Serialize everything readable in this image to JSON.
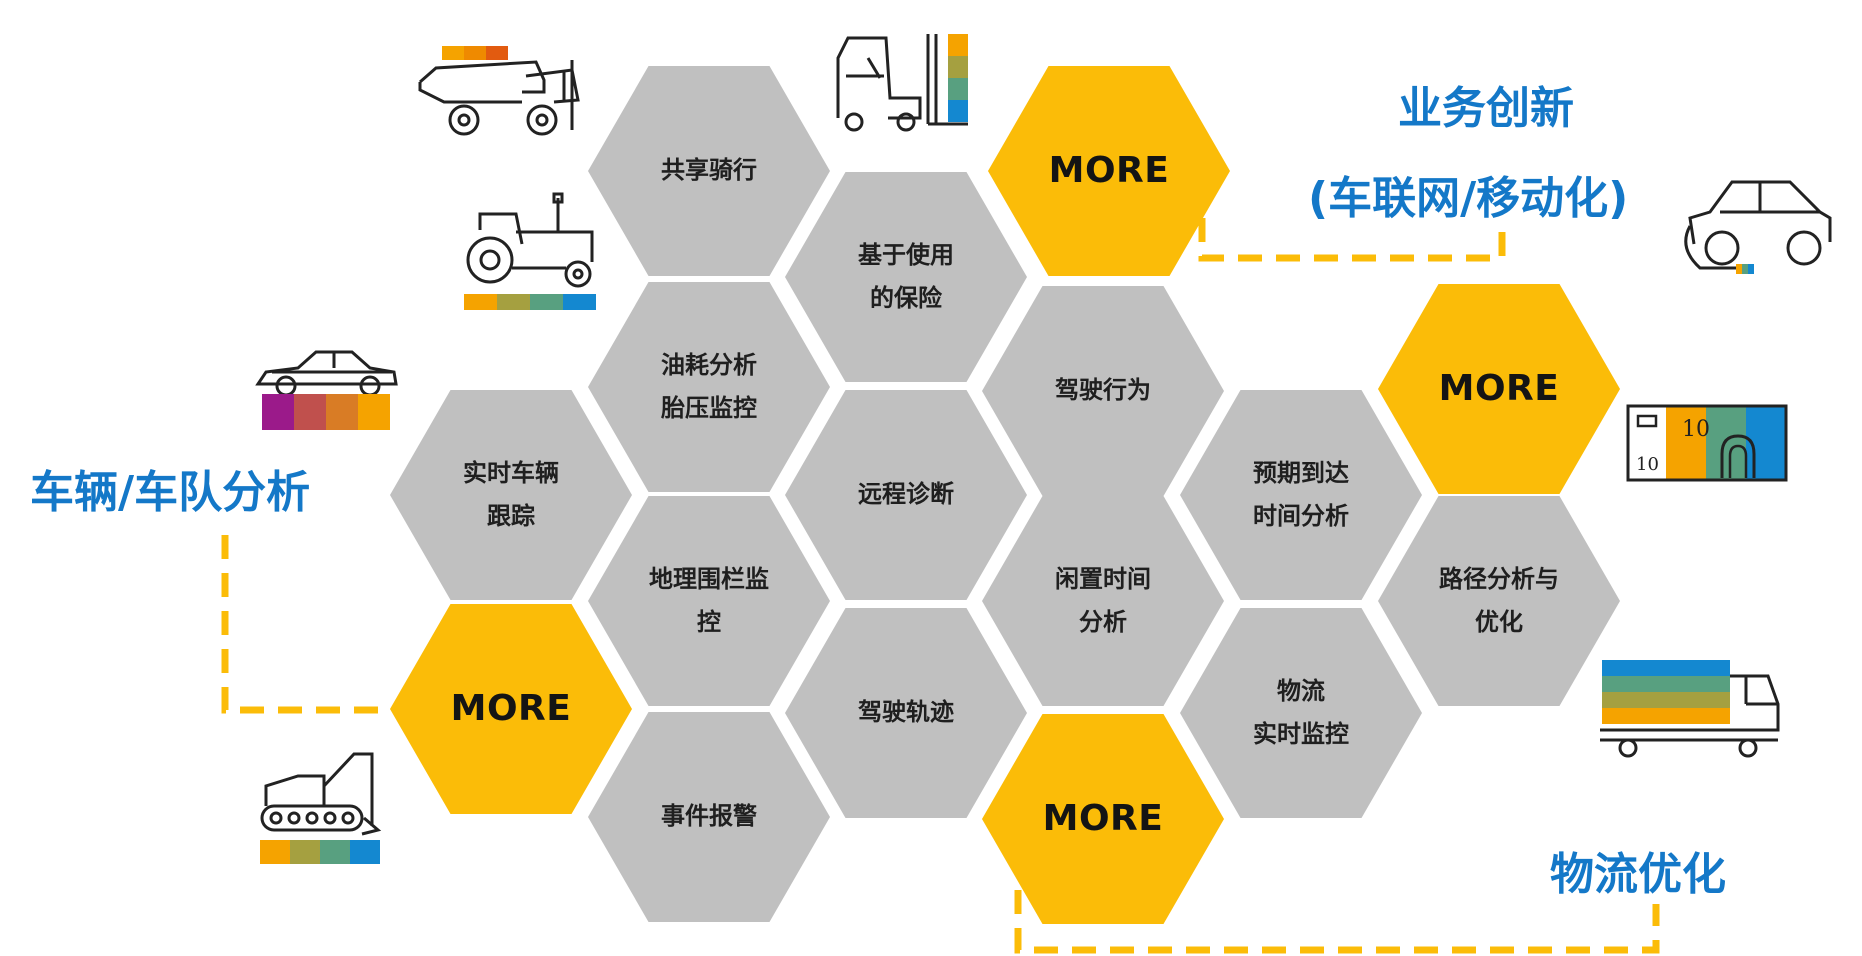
{
  "hexagons": {
    "gongxiang": "共享骑行",
    "baoxian": "基于使用\n的保险",
    "more_top": "MORE",
    "youhao": "油耗分析\n胎压监控",
    "jiashi_xingwei": "驾驶行为",
    "more_right": "MORE",
    "shishi": "实时车辆\n跟踪",
    "yuancheng": "远程诊断",
    "yuqi": "预期到达\n时间分析",
    "dili": "地理围栏监\n控",
    "xianzhi": "闲置时间\n分析",
    "lujing": "路径分析与\n优化",
    "more_left": "MORE",
    "guiji": "驾驶轨迹",
    "wuliu_jiankong": "物流\n实时监控",
    "shijian": "事件报警",
    "more_bottom": "MORE"
  },
  "headings": {
    "vehicle": "车辆/车队分析",
    "innovation_line1": "业务创新",
    "innovation_line2": "(车联网/移动化)",
    "logistics": "物流优化"
  },
  "icons": {
    "dump_truck": "dump-truck-icon",
    "forklift": "forklift-icon",
    "tractor": "tractor-icon",
    "car": "car-icon",
    "excavator": "excavator-icon",
    "electric_car": "electric-car-icon",
    "banknote": "banknote-icon",
    "banknote_value_top": "10",
    "banknote_value_bottom": "10",
    "delivery_truck": "delivery-truck-icon"
  },
  "colors": {
    "accent_yellow": "#fbbc08",
    "hex_gray": "#c0c0c0",
    "heading_blue": "#1478c8",
    "connector": "#fbbc08"
  }
}
